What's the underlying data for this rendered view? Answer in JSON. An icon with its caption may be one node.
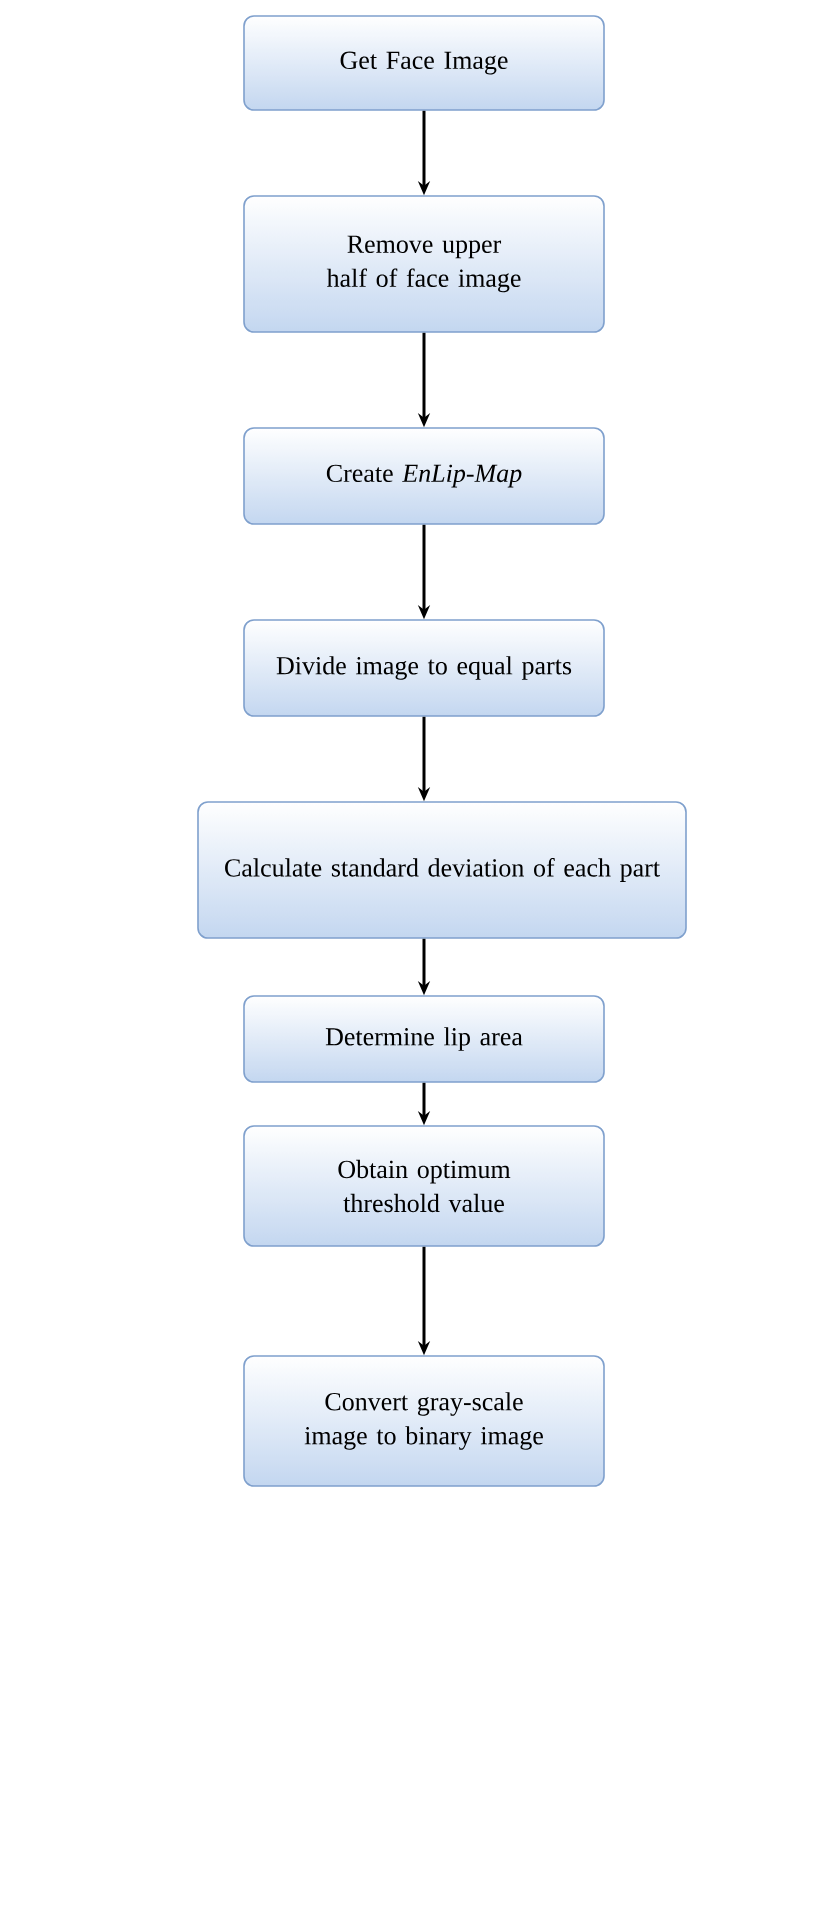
{
  "diagram": {
    "nodes": [
      {
        "text": [
          "Get Face Image"
        ]
      },
      {
        "text": [
          "Remove upper half of face image"
        ]
      },
      {
        "text": [
          "Create *EnLip-Map*"
        ]
      },
      {
        "text": [
          "Divide image to equal parts"
        ]
      },
      {
        "text": [
          "Calculate standard deviation of each part"
        ]
      },
      {
        "text": [
          "Determine lip area"
        ]
      },
      {
        "text": [
          "Obtain optimum threshold value"
        ]
      },
      {
        "text": [
          "Convert gray-scale image to binary image"
        ]
      }
    ],
    "edges": [
      {
        "from": 0,
        "to": 1,
        "arrow": "to"
      },
      {
        "from": 1,
        "to": 2,
        "arrow": "to"
      },
      {
        "from": 2,
        "to": 3,
        "arrow": "to"
      },
      {
        "from": 3,
        "to": 4,
        "arrow": "to"
      },
      {
        "from": 4,
        "to": 5,
        "arrow": "to"
      },
      {
        "from": 5,
        "to": 6,
        "arrow": "to"
      },
      {
        "from": 6,
        "to": 7,
        "arrow": "to"
      }
    ]
  }
}
